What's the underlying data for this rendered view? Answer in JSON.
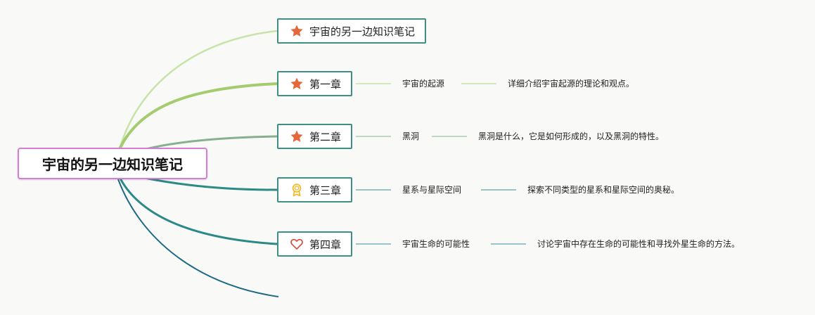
{
  "root": {
    "title": "宇宙的另一边知识笔记"
  },
  "branches": [
    {
      "title": "宇宙的另一边知识笔记",
      "icon": "star-icon",
      "line_color": "#c7e3a7"
    },
    {
      "title": "第一章",
      "icon": "star-icon",
      "line_color": "#a4cc6f",
      "topic": "宇宙的起源",
      "detail": "详细介绍宇宙起源的理论和观点。"
    },
    {
      "title": "第二章",
      "icon": "star-icon",
      "line_color": "#86b08f",
      "topic": "黑洞",
      "detail": "黑洞是什么，它是如何形成的，以及黑洞的特性。"
    },
    {
      "title": "第三章",
      "icon": "award-icon",
      "line_color": "#2e8a85",
      "topic": "星系与星际空间",
      "detail": "探索不同类型的星系和星际空间的奥秘。"
    },
    {
      "title": "第四章",
      "icon": "heart-icon",
      "line_color": "#2b7c88",
      "topic": "宇宙生命的可能性",
      "detail": "讨论宇宙中存在生命的可能性和寻找外星生命的方法。"
    }
  ],
  "colors": {
    "root_border": "#d67bd6",
    "node_border": "#3f8f84",
    "star": "#e5683a",
    "award": "#f2b722",
    "heart": "#d84a3d",
    "dangling_branch": "#1e6a84"
  }
}
